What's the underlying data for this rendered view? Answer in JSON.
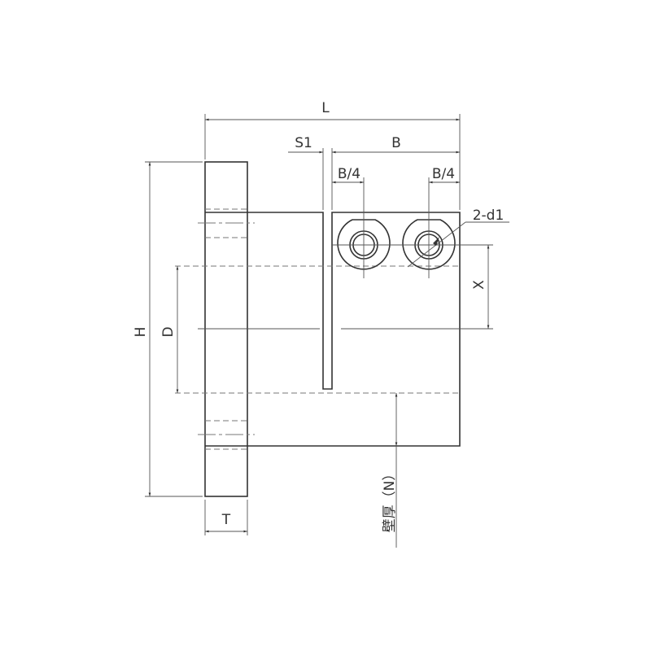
{
  "labels": {
    "L": "L",
    "S1": "S1",
    "B": "B",
    "B4_left": "B/4",
    "B4_right": "B/4",
    "holes": "2-d1",
    "X": "X",
    "H": "H",
    "D": "D",
    "T": "T",
    "N": "壁厚（N）"
  },
  "colors": {
    "line": "#333333",
    "hidden": "#777777"
  }
}
